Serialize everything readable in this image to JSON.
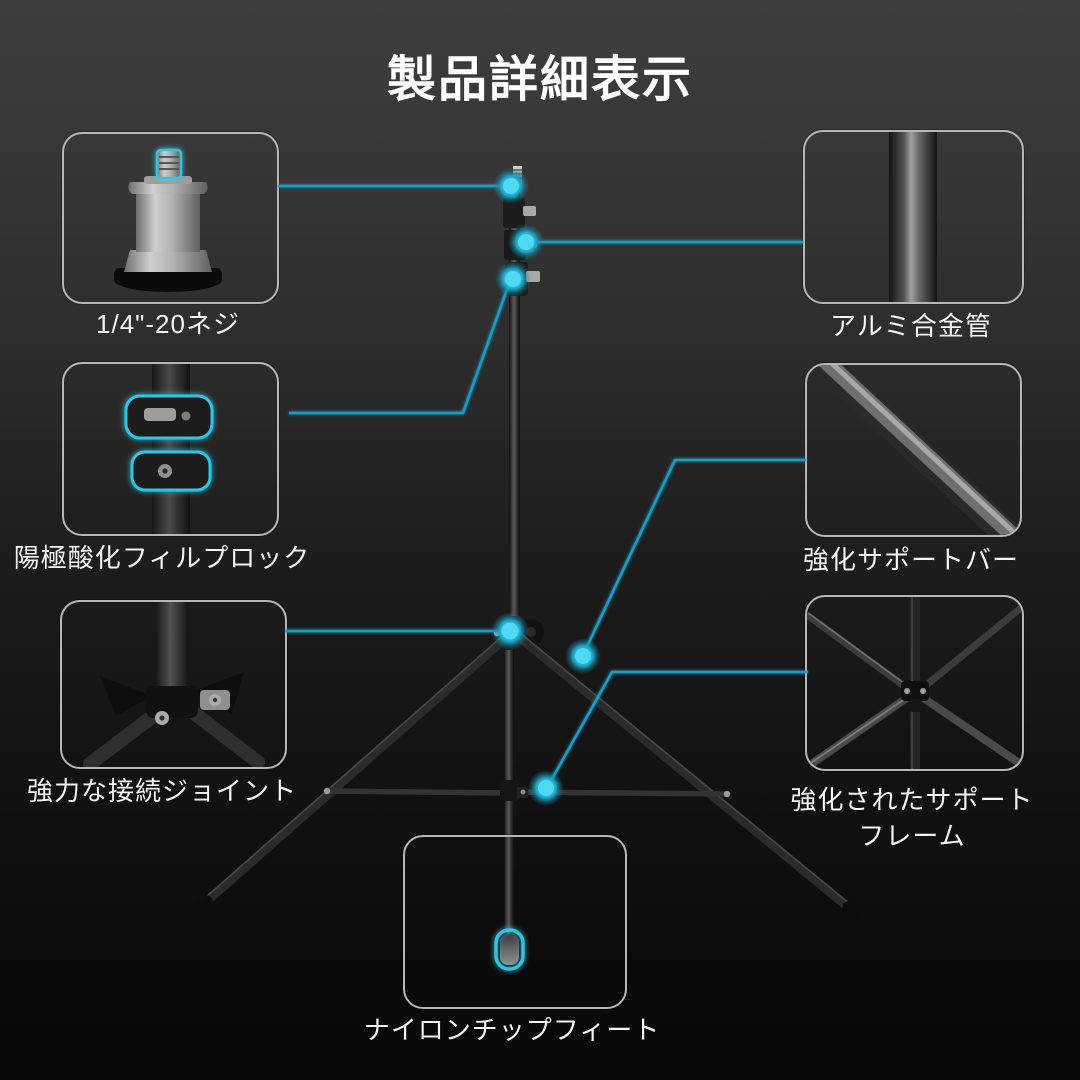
{
  "title": "製品詳細表示",
  "theme": {
    "background_top": "#3e3e3e",
    "background_bottom": "#080808",
    "text_color": "#ffffff",
    "box_border_color": "#b7b7b7",
    "connector_line_color": "#1d9cc2",
    "highlight_dot_color": "#3fd2ee"
  },
  "callouts": [
    {
      "id": "screw",
      "label": "1/4\"-20ネジ",
      "image": "screw-adapter-closeup"
    },
    {
      "id": "tube",
      "label": "アルミ合金管",
      "image": "aluminum-alloy-tube-closeup"
    },
    {
      "id": "lock",
      "label": "陽極酸化フィルプロック",
      "image": "anodized-lock-closeup"
    },
    {
      "id": "bar",
      "label": "強化サポートバー",
      "image": "support-bar-closeup"
    },
    {
      "id": "joint",
      "label": "強力な接続ジョイント",
      "image": "connection-joint-closeup"
    },
    {
      "id": "frame",
      "label_lines": [
        "強化されたサポート",
        "フレーム"
      ],
      "image": "support-frame-closeup"
    },
    {
      "id": "feet",
      "label": "ナイロンチップフィート",
      "image": "nylon-tip-foot-highlight"
    }
  ]
}
